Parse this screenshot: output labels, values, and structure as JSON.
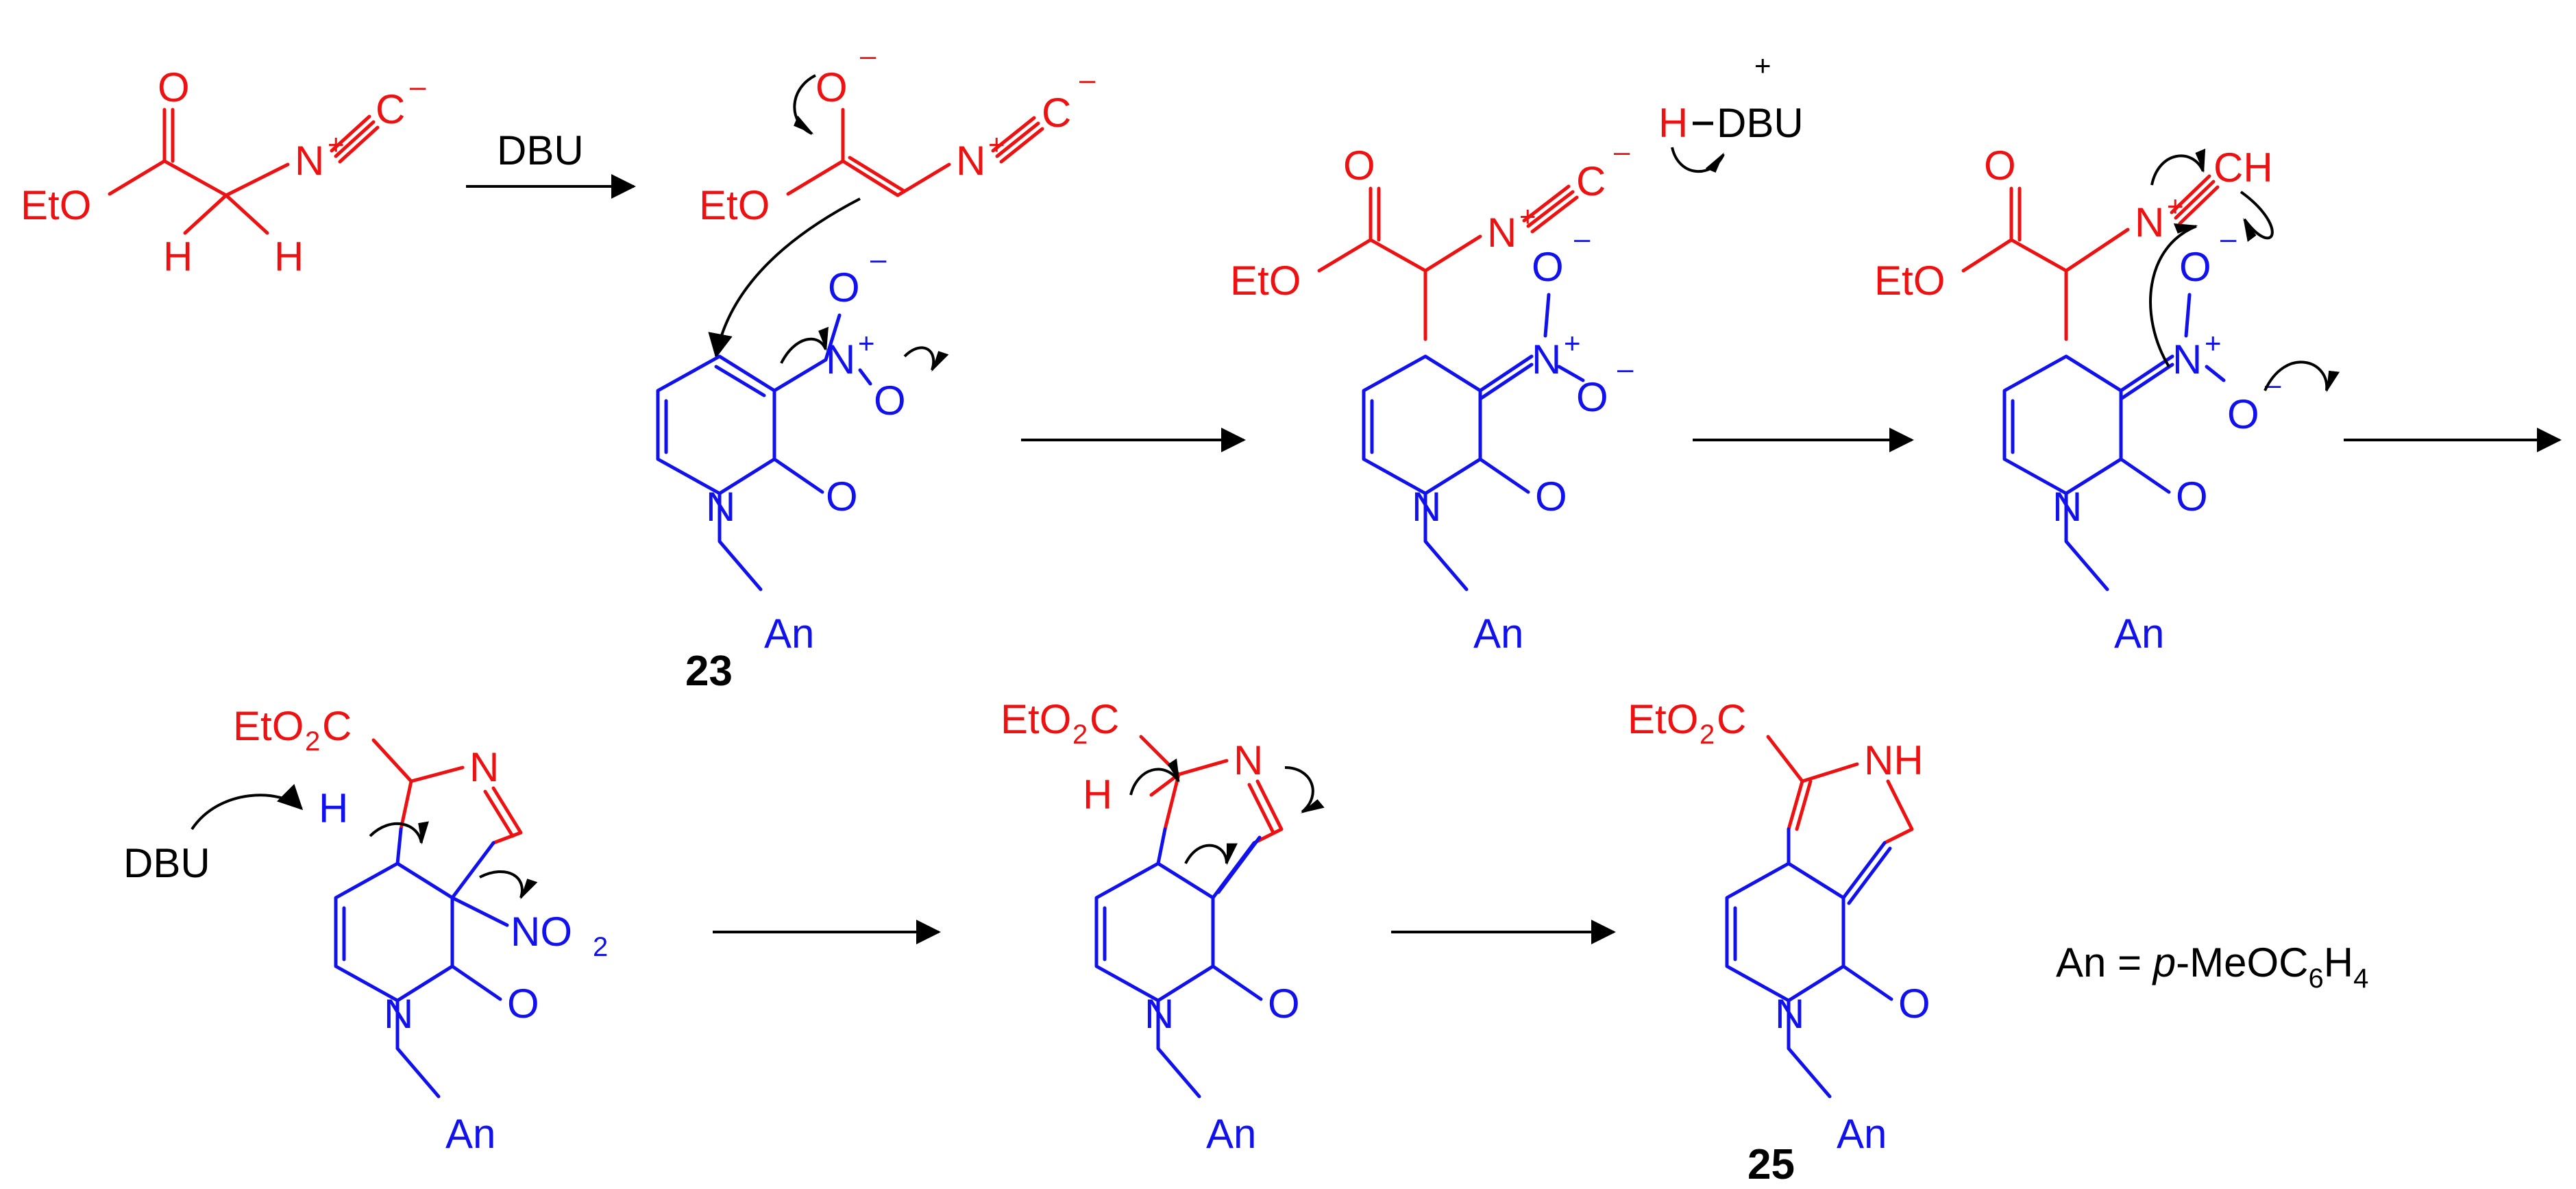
{
  "colors": {
    "reagent": "#ee1111",
    "substrate": "#1111ee",
    "ink": "#000000"
  },
  "reagents": {
    "base": "DBU",
    "protonated_base": "DBU"
  },
  "labels": {
    "EtO": "EtO",
    "EtO2": "EtO",
    "sub2": "2",
    "C": "C",
    "O": "O",
    "N": "N",
    "H": "H",
    "NH": "NH",
    "NO": "NO",
    "An": "An",
    "CH": "CH",
    "plus": "+",
    "minus": "–"
  },
  "compounds": {
    "start_pyridone": "23",
    "product": "25"
  },
  "legend": {
    "an_prefix": "An = ",
    "an_italic": "p",
    "an_rest": "-MeOC",
    "an_sub6": "6",
    "an_H": "H",
    "an_sub4": "4"
  }
}
